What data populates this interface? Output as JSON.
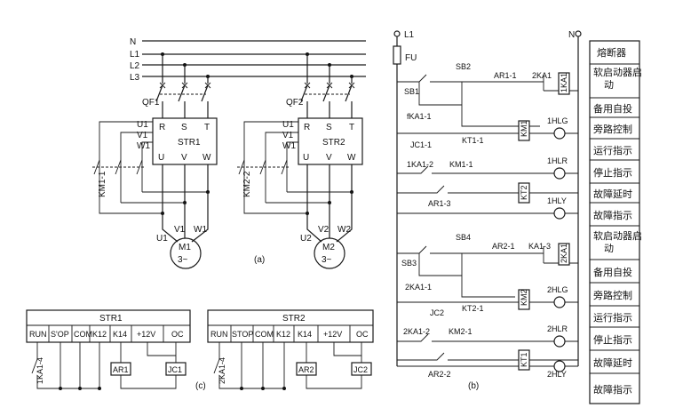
{
  "power_circuit_a": {
    "bus_labels": [
      "N",
      "L1",
      "L2",
      "L3"
    ],
    "breaker_1": "QF1",
    "breaker_2": "QF2",
    "starter_1": {
      "name": "STR1",
      "inputs": [
        "R",
        "S",
        "T"
      ],
      "outputs": [
        "U",
        "V",
        "W"
      ],
      "bypass_taps": [
        "U1",
        "V1",
        "W1"
      ]
    },
    "starter_2": {
      "name": "STR2",
      "inputs": [
        "R",
        "S",
        "T"
      ],
      "outputs": [
        "U",
        "V",
        "W"
      ],
      "bypass_taps": [
        "U1",
        "V1",
        "W1"
      ]
    },
    "bypass_1": "KM1-1",
    "bypass_2": "KM2-2",
    "motor_1": {
      "name": "M1",
      "phase": "3~",
      "terminals": [
        "U1",
        "V1",
        "W1"
      ]
    },
    "motor_2": {
      "name": "M2",
      "phase": "3~",
      "terminals": [
        "U2",
        "V2",
        "W2"
      ]
    },
    "caption": "(a)"
  },
  "control_terminals_c": {
    "block_1": {
      "name": "STR1",
      "terminals": [
        "RUN",
        "S'OP",
        "COM",
        "K12",
        "K14",
        "+12V",
        "OC"
      ],
      "contact": "1KA1-4",
      "outputs": [
        "AR1",
        "JC1"
      ]
    },
    "block_2": {
      "name": "STR2",
      "terminals": [
        "RUN",
        "STOP",
        "COM",
        "K12",
        "K14",
        "+12V",
        "OC"
      ],
      "contact": "2KA1-4",
      "outputs": [
        "AR2",
        "JC2"
      ]
    },
    "caption": "(c)"
  },
  "control_circuit_b": {
    "phase_label": "L1",
    "neutral_label": "N",
    "fuse": "FU",
    "labels_group_1": [
      "SB1",
      "SB2",
      "fKA1-1",
      "AR1-1",
      "2KA1",
      "1KA1",
      "JC1-1",
      "KT1-1",
      "KM1",
      "1HLG",
      "1KA1-2",
      "KM1-1",
      "1HLR",
      "AR1-3",
      "KT2",
      "1HLY"
    ],
    "labels_group_2": [
      "SB3",
      "SB4",
      "2KA1-1",
      "AR2-1",
      "KA1-3",
      "2KA1",
      "JC2",
      "KT2-1",
      "KM2",
      "2HLG",
      "2KA1-2",
      "KM2-1",
      "2HLR",
      "AR2-2",
      "KT1",
      "2HLY"
    ],
    "caption": "(b)"
  },
  "function_legend": [
    "熔断器",
    "软启动器启动",
    "备用自投",
    "旁路控制",
    "运行指示",
    "停止指示",
    "故障延时",
    "故障指示",
    "软启动器启动",
    "备用自投",
    "旁路控制",
    "运行指示",
    "停止指示",
    "故障延时",
    "故障指示"
  ]
}
